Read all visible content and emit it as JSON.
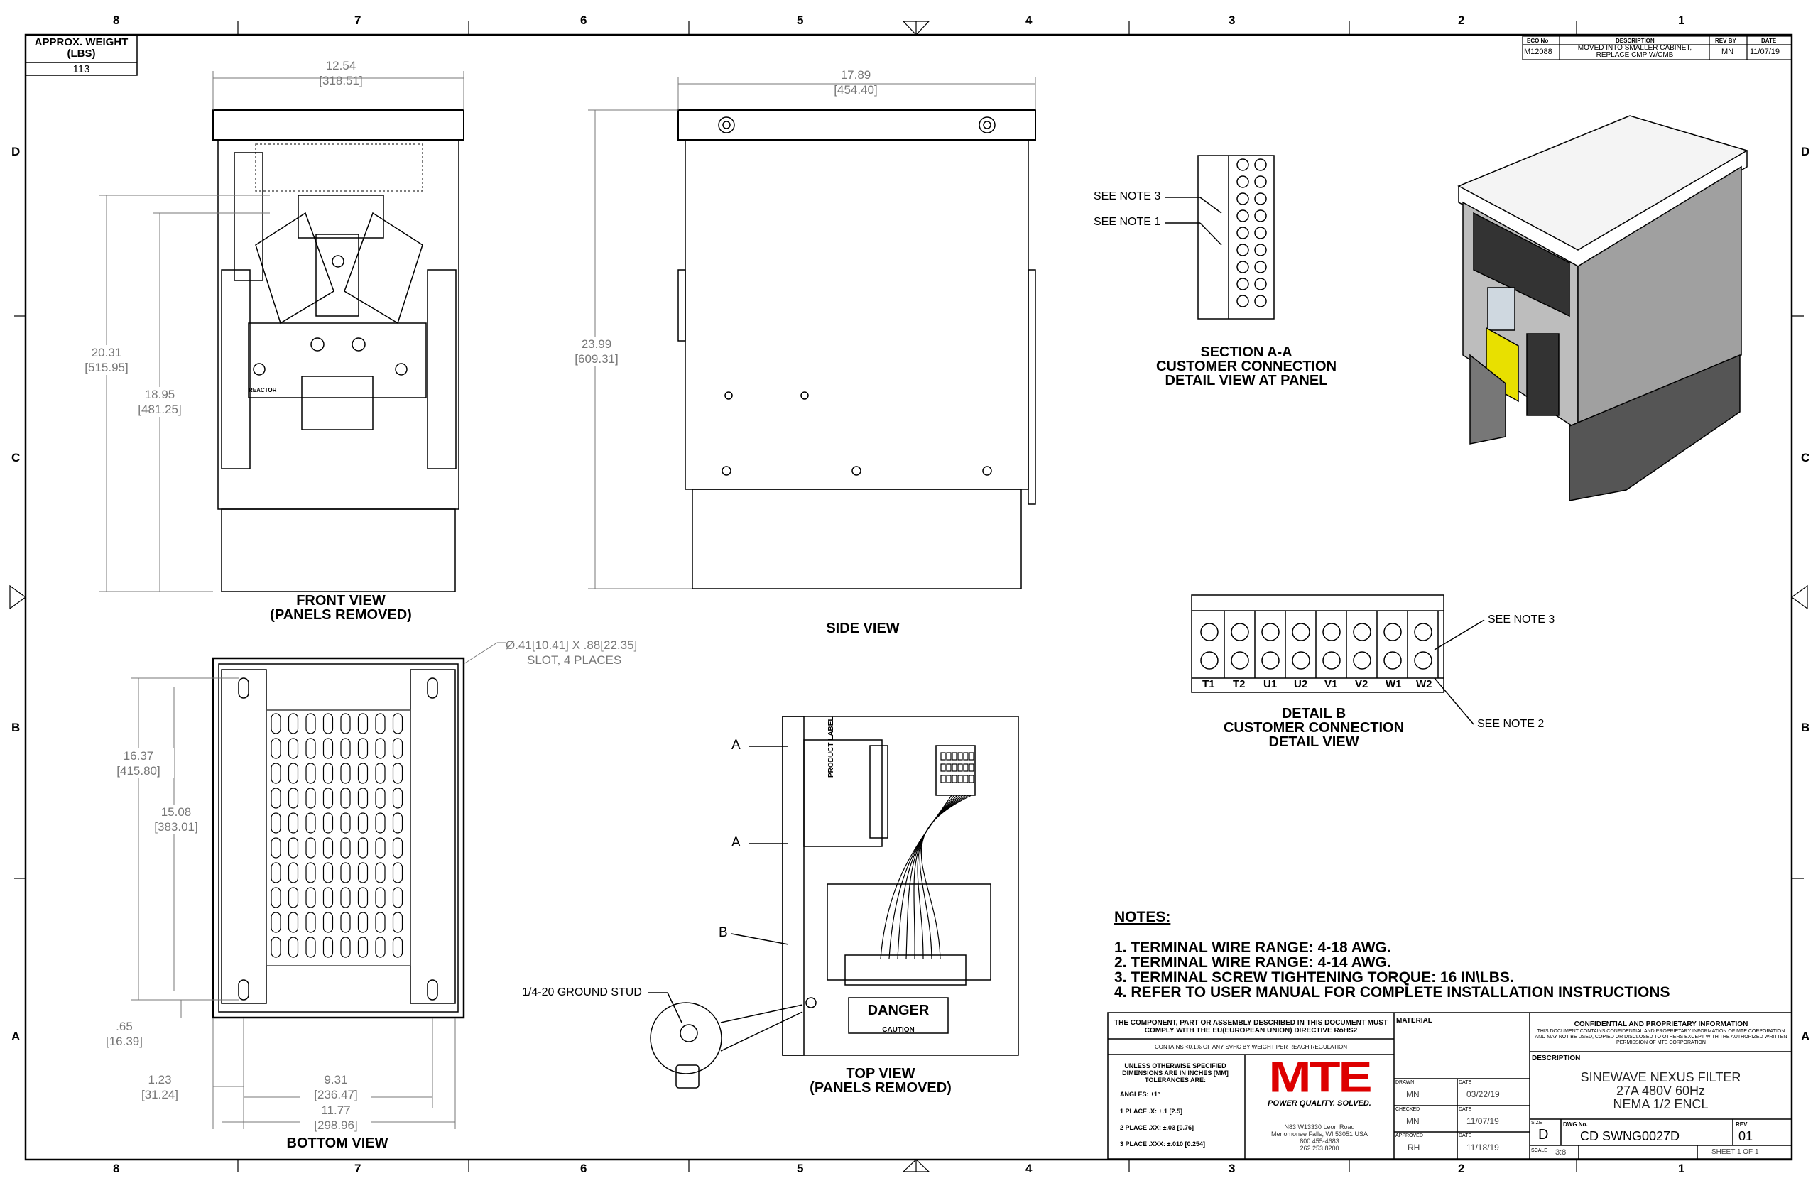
{
  "zones": {
    "columns": [
      "8",
      "7",
      "6",
      "5",
      "4",
      "3",
      "2",
      "1"
    ],
    "rows": [
      "D",
      "C",
      "B",
      "A"
    ]
  },
  "weight": {
    "label": "APPROX. WEIGHT (LBS)",
    "value": "113"
  },
  "revision": {
    "headers": [
      "ECO No",
      "DESCRIPTION",
      "REV BY",
      "DATE"
    ],
    "row": {
      "eco": "M12088",
      "description": "MOVED INTO SMALLER CABINET, REPLACE CMP W/CMB",
      "rev_by": "MN",
      "date": "11/07/19"
    }
  },
  "views": {
    "front": {
      "label1": "FRONT VIEW",
      "label2": "(PANELS REMOVED)",
      "dims": {
        "width": "12.54",
        "width_mm": "[318.51]",
        "height": "20.31",
        "height_mm": "[515.95]",
        "height2": "18.95",
        "height2_mm": "[481.25]"
      },
      "texts": [
        "REACTOR"
      ]
    },
    "side": {
      "label": "SIDE VIEW",
      "dims": {
        "width": "17.89",
        "width_mm": "[454.40]",
        "height": "23.99",
        "height_mm": "[609.31]"
      }
    },
    "bottom": {
      "label": "BOTTOM VIEW",
      "slot_note1": "Ø.41[10.41] X .88[22.35]",
      "slot_note2": "SLOT, 4 PLACES",
      "dims": {
        "h1": "16.37",
        "h1_mm": "[415.80]",
        "h2": "15.08",
        "h2_mm": "[383.01]",
        "h3": ".65",
        "h3_mm": "[16.39]",
        "w1": "1.23",
        "w1_mm": "[31.24]",
        "w2": "9.31",
        "w2_mm": "[236.47]",
        "w3": "11.77",
        "w3_mm": "[298.96]"
      }
    },
    "top": {
      "label1": "TOP VIEW",
      "label2": "(PANELS REMOVED)",
      "callouts": [
        "A",
        "A",
        "B"
      ],
      "ground": "1/4-20 GROUND STUD",
      "danger": "DANGER",
      "caution": "CAUTION",
      "product_label": "PRODUCT LABEL"
    },
    "section_aa": {
      "label1": "SECTION A-A",
      "label2": "CUSTOMER CONNECTION",
      "label3": "DETAIL VIEW AT PANEL",
      "note3": "SEE NOTE 3",
      "note1": "SEE NOTE 1"
    },
    "detail_b": {
      "label1": "DETAIL B",
      "label2": "CUSTOMER CONNECTION",
      "label3": "DETAIL VIEW",
      "note3": "SEE NOTE 3",
      "note2": "SEE NOTE 2",
      "terminals": [
        "T1",
        "T2",
        "U1",
        "U2",
        "V1",
        "V2",
        "W1",
        "W2"
      ]
    }
  },
  "notes": {
    "title": "NOTES:",
    "items": [
      "1.  TERMINAL WIRE RANGE: 4-18 AWG.",
      "2.  TERMINAL WIRE RANGE: 4-14 AWG.",
      "3.  TERMINAL SCREW TIGHTENING TORQUE: 16 IN\\LBS.",
      "4.  REFER TO USER MANUAL FOR COMPLETE INSTALLATION INSTRUCTIONS"
    ]
  },
  "title_block": {
    "rohs": "THE COMPONENT, PART OR ASSEMBLY DESCRIBED IN THIS DOCUMENT MUST COMPLY WITH THE EU(EUROPEAN UNION) DIRECTIVE RoHS2",
    "reach": "CONTAINS <0.1% OF ANY SVHC BY WEIGHT PER REACH REGULATION",
    "tolerances_title": "UNLESS OTHERWISE SPECIFIED DIMENSIONS ARE IN INCHES [MM] TOLERANCES ARE:",
    "tolerances": [
      "ANGLES: ±1°",
      "1 PLACE .X: ±.1 [2.5]",
      "2 PLACE .XX: ±.03 [0.76]",
      "3 PLACE .XXX: ±.010 [0.254]"
    ],
    "logo": "MTE",
    "tagline": "POWER QUALITY. SOLVED.",
    "address": [
      "N83 W13330 Leon Road",
      "Menomonee Falls, WI 53051 USA",
      "800.455-4683",
      "262.253.8200"
    ],
    "material_label": "MATERIAL",
    "drawn_label": "DRAWN",
    "drawn": "MN",
    "drawn_date": "03/22/19",
    "checked_label": "CHECKED",
    "checked": "MN",
    "checked_date": "11/07/19",
    "approved_label": "APPROVED",
    "approved": "RH",
    "approved_date": "11/18/19",
    "date_label": "DATE",
    "confidential_title": "CONFIDENTIAL AND PROPRIETARY INFORMATION",
    "confidential_text": "THIS DOCUMENT CONTAINS CONFIDENTIAL AND PROPRIETARY INFORMATION OF MTE CORPORATION AND MAY NOT BE USED, COPIED OR DISCLOSED TO OTHERS EXCEPT WITH THE AUTHORIZED WRITTEN PERMISSION OF MTE CORPORATION",
    "description_label": "DESCRIPTION",
    "description": [
      "SINEWAVE NEXUS FILTER",
      "27A 480V 60Hz",
      "NEMA 1/2 ENCL"
    ],
    "size_label": "SIZE",
    "size": "D",
    "dwg_label": "DWG No.",
    "dwg": "CD SWNG0027D",
    "rev_label": "REV",
    "rev": "01",
    "scale_label": "SCALE",
    "scale": "3:8",
    "sheet": "SHEET 1  OF 1"
  },
  "colors": {
    "logo_red": "#d40000",
    "dimension_gray": "#777777"
  }
}
